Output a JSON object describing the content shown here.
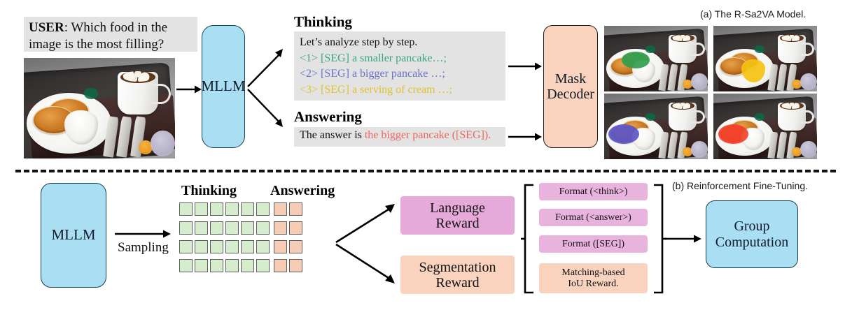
{
  "figure": {
    "caption_a": "(a) The R-Sa2VA Model.",
    "caption_b": "(b) Reinforcement Fine-Tuning."
  },
  "colors": {
    "box_blue": "#aadef3",
    "box_blue_border": "#14404f",
    "box_peach": "#f9d3bd",
    "panel_grey": "#e3e3e3",
    "reward_pink": "#e6aada",
    "token_green": "#d6edcd",
    "token_salmon": "#f6cdb4",
    "seg_green": "#3aa87a",
    "seg_blue": "#6a72c8",
    "seg_yellow": "#e0c22a",
    "answer_red": "#e8675e"
  },
  "top": {
    "user_prompt": {
      "speaker": "USER",
      "separator": ": ",
      "line1": "Which food in the",
      "line2": "image is the most filling?"
    },
    "mllm_label": "MLLM",
    "thinking_heading": "Thinking",
    "thinking_lines": [
      {
        "tag": "",
        "seg": "",
        "text": "Let’s analyze step by step.",
        "color": "black"
      },
      {
        "tag": "<1>",
        "seg": "[SEG]",
        "text": "a smaller pancake…;",
        "color": "green"
      },
      {
        "tag": "<2>",
        "seg": "[SEG]",
        "text": "a bigger pancake …;",
        "color": "blue"
      },
      {
        "tag": "<3>",
        "seg": "[SEG]",
        "text": "a serving of cream …;",
        "color": "yellow"
      }
    ],
    "answering_heading": "Answering",
    "answering": {
      "prefix": "The answer is ",
      "highlight": "the bigger pancake ([SEG])."
    },
    "mask_decoder_label_line1": "Mask",
    "mask_decoder_label_line2": "Decoder",
    "mask_images": [
      {
        "name": "smaller-pancake-mask",
        "mask_color": "#2f9e4f",
        "position": "top-left"
      },
      {
        "name": "cream-mask",
        "mask_color": "#f5c211",
        "position": "top-right"
      },
      {
        "name": "bigger-pancake-mask",
        "mask_color": "#5b55c8",
        "position": "bottom-left"
      },
      {
        "name": "answer-pancake-mask",
        "mask_color": "#f3402a",
        "position": "bottom-right"
      }
    ]
  },
  "bottom": {
    "mllm_label": "MLLM",
    "sampling_label": "Sampling",
    "thinking_heading": "Thinking",
    "answering_heading": "Answering",
    "token_grid": {
      "thinking_rows": 4,
      "thinking_cols": 6,
      "answering_rows": 4,
      "answering_cols": 2
    },
    "rewards": [
      {
        "label_line1": "Language",
        "label_line2": "Reward",
        "style": "pink"
      },
      {
        "label_line1": "Segmentation",
        "label_line2": "Reward",
        "style": "peach"
      }
    ],
    "format_items": [
      {
        "label": "Format (<think>)",
        "style": "pink"
      },
      {
        "label": "Format (<answer>)",
        "style": "pink"
      },
      {
        "label": "Format ([SEG])",
        "style": "pink"
      },
      {
        "label_line1": "Matching-based",
        "label_line2": "IoU Reward.",
        "style": "peach"
      }
    ],
    "group_computation_line1": "Group",
    "group_computation_line2": "Computation"
  }
}
